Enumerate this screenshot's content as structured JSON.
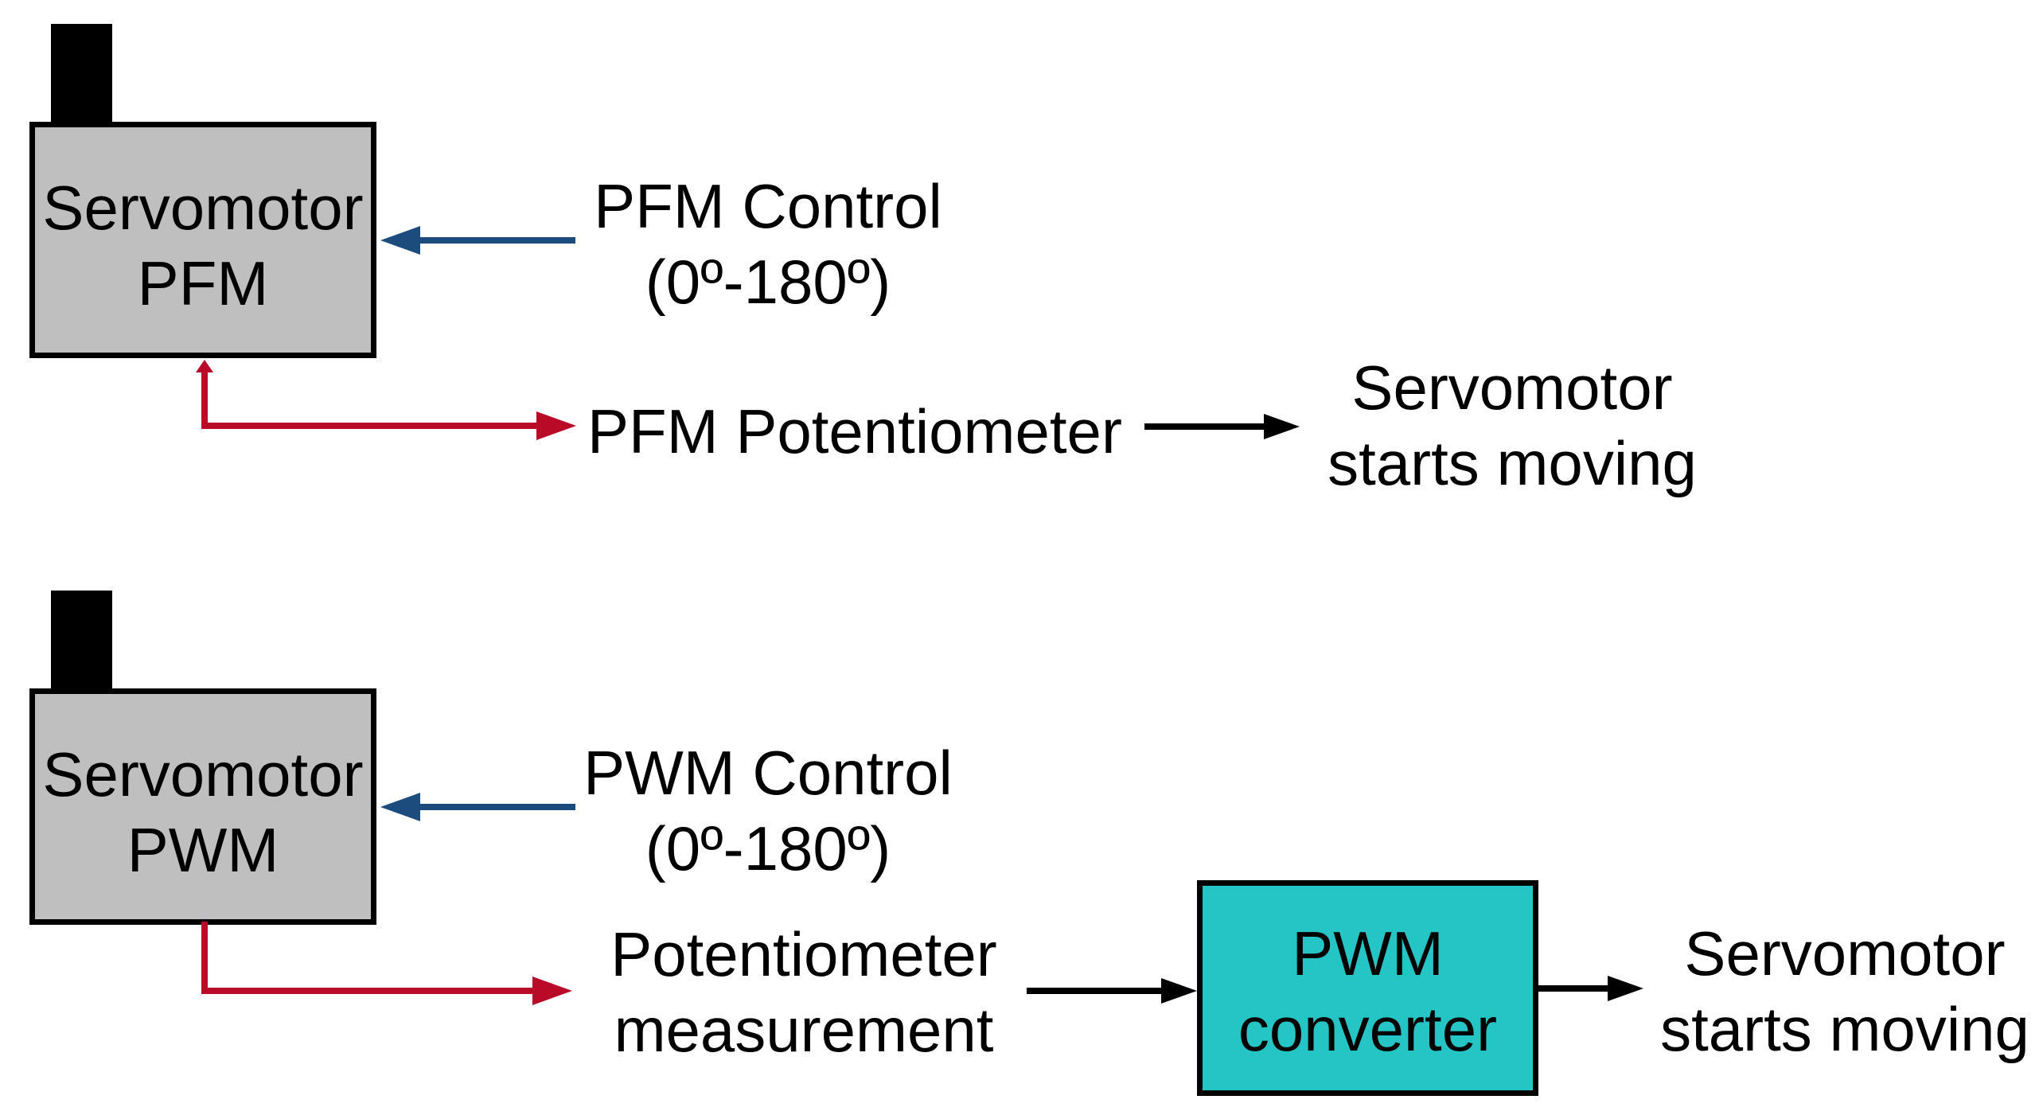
{
  "colors": {
    "background": "#ffffff",
    "text": "#000000",
    "box_fill": "#bfbfbf",
    "box_border": "#000000",
    "converter_fill": "#25c5c6",
    "arrow_blue": "#1c4b7e",
    "arrow_red": "#b90a28",
    "arrow_black": "#000000"
  },
  "diagram_pfm": {
    "motor_box": {
      "line1": "Servomotor",
      "line2": "PFM"
    },
    "control_label": {
      "line1": "PFM Control",
      "line2": "(0º-180º)"
    },
    "potentiometer_label": "PFM Potentiometer",
    "result_label": {
      "line1": "Servomotor",
      "line2": "starts moving"
    }
  },
  "diagram_pwm": {
    "motor_box": {
      "line1": "Servomotor",
      "line2": "PWM"
    },
    "control_label": {
      "line1": "PWM Control",
      "line2": "(0º-180º)"
    },
    "measurement_label": {
      "line1": "Potentiometer",
      "line2": "measurement"
    },
    "converter_box": {
      "line1": "PWM",
      "line2": "converter"
    },
    "result_label": {
      "line1": "Servomotor",
      "line2": "starts moving"
    }
  }
}
